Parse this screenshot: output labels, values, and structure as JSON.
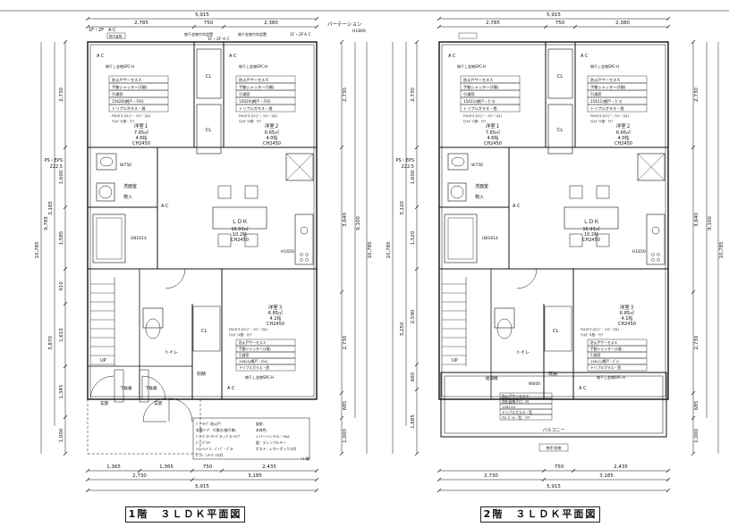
{
  "plans": [
    {
      "title": "1階　３ＬＤＫ平面図",
      "overall_width": "5,915",
      "top_dims": [
        "2,785",
        "750",
        "2,380"
      ],
      "bottom_dims_row1": [
        "1,365",
        "1,365",
        "750",
        "2,435"
      ],
      "bottom_dims_row2": [
        "2,730",
        "3,185"
      ],
      "left_dims": [
        "2,730",
        "1,600",
        "1,585",
        "910",
        "1,615",
        "1,345",
        "1,000"
      ],
      "left_sub_dims": [
        "3,185",
        "3,870"
      ],
      "left_total_a": "9,785",
      "left_total_b": "10,785",
      "right_dims": [
        "2,730",
        "3,640",
        "2,730",
        "685",
        "1,000"
      ],
      "right_total_a": "9,100",
      "right_total_b": "10,785",
      "ps_eps": "PS・EPS",
      "ps_eps_dim": "222.5",
      "partition": "パーテーション",
      "partition_h": "H1800",
      "top_ac": [
        "1F・2F　A C",
        "1F・2F",
        "A C",
        "1F・2F",
        "A C"
      ],
      "top_labels": [
        "物干金物",
        "物干金物竹竿設置",
        "物干金物竹竿設置"
      ],
      "rooms": {
        "bed1": {
          "name": "洋室１",
          "area": "7.65㎡",
          "tatami": "4.6帖",
          "ch": "CH2450"
        },
        "bed2": {
          "name": "洋室２",
          "area": "6.65㎡",
          "tatami": "4.0帖",
          "ch": "CH2450"
        },
        "ldk": {
          "name": "ＬＤＫ",
          "area": "16.93㎡",
          "tatami": "10.2帖",
          "ch": "CH2450"
        },
        "bed3": {
          "name": "洋室３",
          "area": "6.85㎡",
          "tatami": "4.1帖",
          "ch": "CH2450"
        },
        "wash": "洗面室",
        "storage": "収納",
        "toilet": "トイレ",
        "entrance": "玄関",
        "shoes": "下駄箱",
        "closet": "物入",
        "ub": "UB1614",
        "up": "UP",
        "cl": "CL",
        "w": "W750",
        "h": "H1650",
        "ac": "A C"
      },
      "window_specs": [
        "防火戸サーモスＸ",
        "手動シャッター(1階)",
        "引違窓",
        "15620(網戸・FIX)",
        "トリプルガラス・透",
        "FIXガラスﾀｲﾌﾟ：ｸﾘｱ／ﾌﾛｽﾄ",
        "ﾓｽﾄｶﾞﾗｽ型：ｸﾘｱ"
      ],
      "dryer": "物干し金物SPC-H",
      "note": [
        "ﾄﾞｱｰﾀｲﾌﾟ:防火戸",
        "玄関ドア　片開き(親子扉)",
        "ﾄﾞｱｰﾎﾟｽﾄ:ﾌﾘｰﾎﾟｽﾄ / ﾎﾟｽﾄｰﾀｲﾌﾟ",
        "ﾃﾞｨﾝﾌﾟﾙｷｰ",
        "ﾚﾊﾞｰﾊﾝﾄﾞﾙ：ﾊﾟｲﾌﾟ・ﾎﾟｽﾄ",
        "ﾎﾟｽﾄ：ﾚﾀｰﾎﾞｯｸｽ付"
      ],
      "note_right": [
        "錠前：",
        "本体色：",
        "レバーハンドル：PAA",
        "錠：ディンプルキー",
        "ポスト：レターボックス付"
      ],
      "gf_label": "（１階）"
    },
    {
      "title": "2階　３ＬＤＫ平面図",
      "overall_width": "5,915",
      "top_dims": [
        "2,785",
        "750",
        "2,380"
      ],
      "bottom_dims_row1": [
        "750",
        "2,435"
      ],
      "bottom_dims_row2": [
        "2,730",
        "3,185"
      ],
      "left_dims": [
        "2,730",
        "1,600",
        "1,520",
        "2,590",
        "660",
        "1,685"
      ],
      "left_sub_dims": [
        "3,120",
        "3,250"
      ],
      "left_total_b": "10,785",
      "right_dims": [
        "2,730",
        "3,640",
        "2,730",
        "685",
        "1,000"
      ],
      "right_total_a": "9,100",
      "right_total_b": "10,785",
      "ps_eps": "PS・EPS",
      "ps_eps_dim": "222.5",
      "rooms": {
        "bed1": {
          "name": "洋室１",
          "area": "7.65㎡",
          "tatami": "4.6帖",
          "ch": "CH2450"
        },
        "bed2": {
          "name": "洋室２",
          "area": "6.65㎡",
          "tatami": "4.0帖",
          "ch": "CH2450"
        },
        "ldk": {
          "name": "ＬＤＫ",
          "area": "16.93㎡",
          "tatami": "10.2帖",
          "ch": "CH2450"
        },
        "bed3": {
          "name": "洋室３",
          "area": "6.85㎡",
          "tatami": "4.1帖",
          "ch": "CH2450"
        },
        "wash": "洗面室",
        "storage": "収納",
        "toilet": "トイレ",
        "closet": "物入",
        "ub": "UB1614",
        "up": "UP",
        "cl": "CL",
        "w": "W750",
        "h": "H1650",
        "ac": "A C",
        "balcony": "バルコニー",
        "balcony_rail": "物干金物",
        "duct": "給湯機",
        "w600": "W600"
      },
      "window_specs": [
        "防火戸サーモスＸ",
        "手動シャッター(2階)",
        "引違窓",
        "15611(網戸・ｶﾞﾗ)",
        "トリプルガラス・透",
        "FIXガラスﾀｲﾌﾟ：ｸﾘｱ／ﾌﾛｽﾄ",
        "ﾓｽﾄｶﾞﾗｽ型：ｸﾘｱ"
      ],
      "dryer": "物干し金物SPC-H",
      "balcony_spec": [
        "防火戸サーモスＸ",
        "防犯面格子ロﾞ FS",
        "15611D",
        "トリプルガラス・型",
        "ｱﾙﾐ ｶﾞﾗｽ・型：ｸﾘｱ"
      ]
    }
  ]
}
